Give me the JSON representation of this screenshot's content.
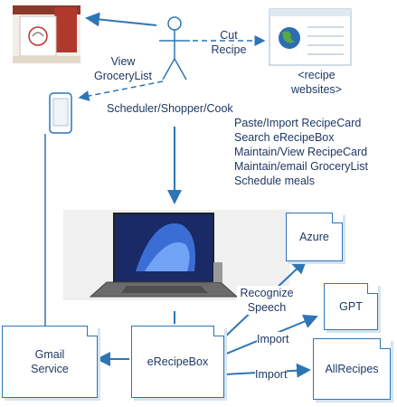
{
  "actor": {
    "label": "Scheduler/Shopper/Cook"
  },
  "edges": {
    "cut_recipe": "Cut\nRecipe",
    "view_grocerylist": "View\nGroceryList",
    "recognize_speech": "Recognize\nSpeech",
    "import_gpt": "Import",
    "import_allrecipes": "Import"
  },
  "recipe_websites": {
    "label": "<recipe\nwebsites>"
  },
  "tasks": [
    "Paste/Import RecipeCard",
    "Search eRecipeBox",
    "Maintain/View RecipeCard",
    "Maintain/email GroceryList",
    "Schedule meals"
  ],
  "nodes": {
    "azure": "Azure",
    "gpt": "GPT",
    "gmail": "Gmail\nService",
    "erecipebox": "eRecipeBox",
    "allrecipes": "AllRecipes"
  },
  "colors": {
    "line": "#2e75b6",
    "text": "#1f3864"
  }
}
